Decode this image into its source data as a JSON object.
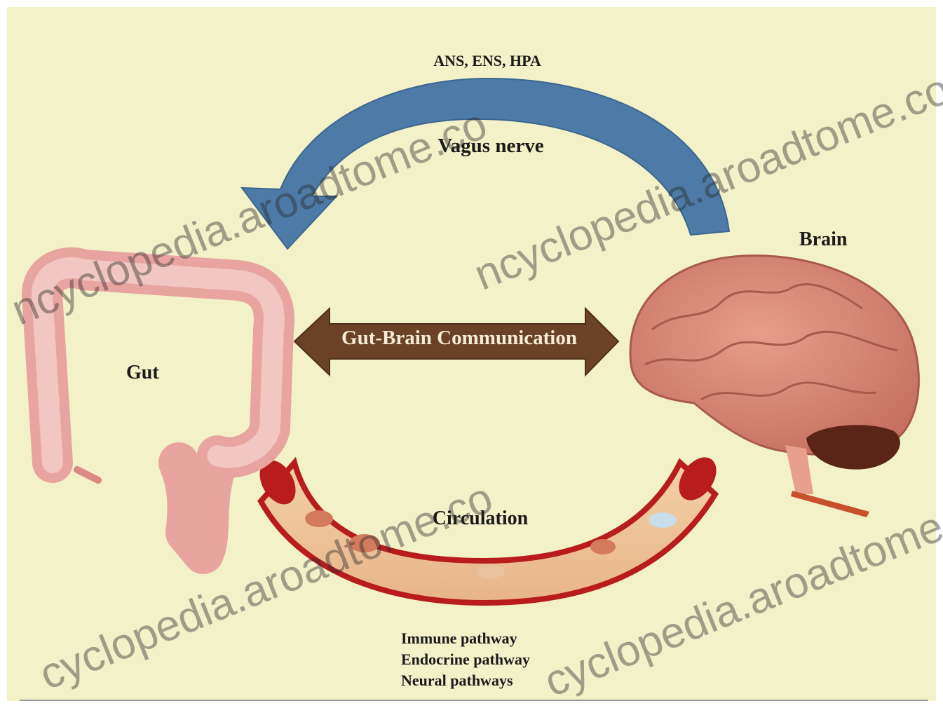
{
  "diagram": {
    "top_label": "ANS, ENS, HPA",
    "vagus_label": "Vagus nerve",
    "brain_label": "Brain",
    "gut_label": "Gut",
    "center_label": "Gut-Brain Communication",
    "circulation_label": "Circulation",
    "pathways": [
      "Immune pathway",
      "Endocrine pathway",
      "Neural pathways"
    ]
  },
  "watermark": {
    "text1": "ncyclopedia.aroadtome.co",
    "text2": "ncyclopedia.aroadtome.co",
    "text3": "cyclopedia.aroadtome.co",
    "text4": "cyclopedia.aroadtome.co"
  },
  "colors": {
    "background": "#f3f1c8",
    "vagus_arrow": "#4d7aa6",
    "center_arrow": "#6b4226",
    "vessel": "#b81c1c",
    "brain": "#d98a7a",
    "cerebellum": "#5a2416",
    "gut": "#e8a5a0"
  }
}
